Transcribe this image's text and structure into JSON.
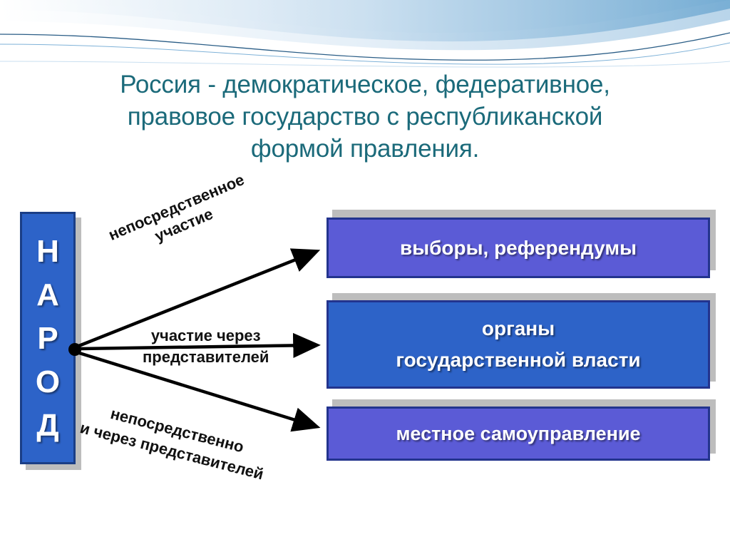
{
  "slide": {
    "title_lines": [
      "Россия - демократическое, федеративное,",
      "правовое государство с республиканской",
      "формой правления."
    ],
    "title_color": "#1b6a7a"
  },
  "people_block": {
    "name": "НАРОД",
    "letters": [
      "Н",
      "А",
      "Р",
      "О",
      "Д"
    ],
    "fill_color": "#2d63c8",
    "border_color": "#1b3e86",
    "text_color": "#ffffff"
  },
  "boxes": [
    {
      "id": "elections",
      "label": "выборы, референдумы",
      "fill_color": "#5b5bd6",
      "border_color": "#23348e"
    },
    {
      "id": "state-bodies",
      "label_line1": "органы",
      "label_line2": "государственной власти",
      "fill_color": "#2d63c8",
      "border_color": "#23348e"
    },
    {
      "id": "local-government",
      "label": "местное самоуправление",
      "fill_color": "#5b5bd6",
      "border_color": "#23348e"
    }
  ],
  "arrows": [
    {
      "id": "direct",
      "caption_line1": "непосредственное",
      "caption_line2": "участие",
      "target": "elections"
    },
    {
      "id": "through-representatives",
      "caption_line1": "участие через",
      "caption_line2": "представителей",
      "target": "state-bodies"
    },
    {
      "id": "direct-and-through-representatives",
      "caption_line1": "непосредственно",
      "caption_line2": "и через представителей",
      "target": "local-government"
    }
  ]
}
